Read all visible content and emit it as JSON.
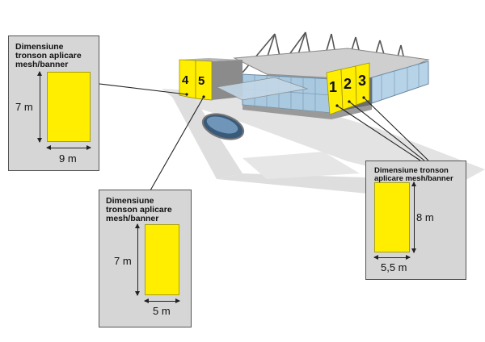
{
  "sections": [
    "1",
    "2",
    "3",
    "4",
    "5"
  ],
  "panels": {
    "left": {
      "title_lines": [
        "Dimensiune",
        "tronson aplicare",
        "mesh/banner"
      ],
      "height_label": "7 m",
      "width_label": "9 m"
    },
    "middle": {
      "title_lines": [
        "Dimensiune",
        "tronson aplicare",
        "mesh/banner"
      ],
      "height_label": "7 m",
      "width_label": "5 m"
    },
    "right": {
      "title_lines": [
        "Dimensiune tronson",
        "aplicare mesh/banner"
      ],
      "height_label": "8 m",
      "width_label": "5,5 m"
    }
  },
  "colors": {
    "banner": "#ffee00",
    "panel": "#d6d6d6",
    "glass": "#a9c9e0",
    "ground": "#d9d9d9"
  }
}
